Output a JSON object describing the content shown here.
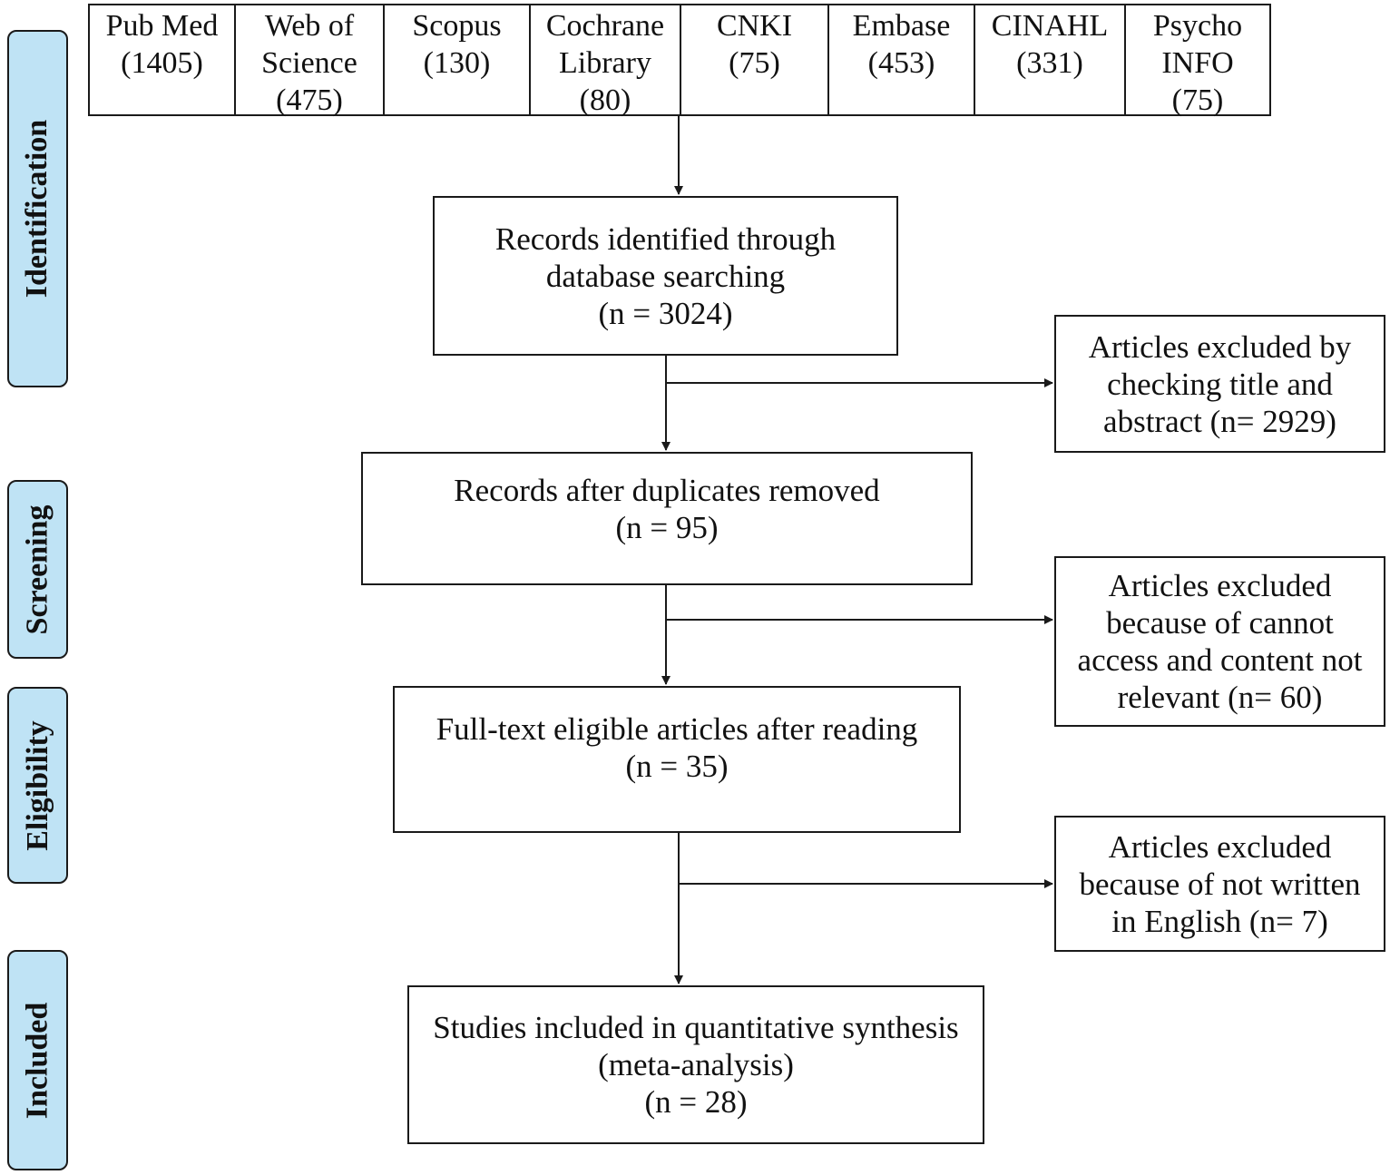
{
  "databases": [
    {
      "lines": [
        "Pub Med",
        "(1405)"
      ]
    },
    {
      "lines": [
        "Web of",
        "Science",
        "(475)"
      ]
    },
    {
      "lines": [
        "Scopus",
        "(130)"
      ]
    },
    {
      "lines": [
        "Cochrane",
        "Library",
        "(80)"
      ]
    },
    {
      "lines": [
        "CNKI",
        "(75)"
      ]
    },
    {
      "lines": [
        "Embase",
        "(453)"
      ]
    },
    {
      "lines": [
        "CINAHL",
        "(331)"
      ]
    },
    {
      "lines": [
        "Psycho",
        "INFO",
        "(75)"
      ]
    }
  ],
  "stages": {
    "identification": "Identification",
    "screening": "Screening",
    "eligibility": "Eligibility",
    "included": "Included"
  },
  "flow": {
    "identified": {
      "lines": [
        "Records identified through",
        "database searching",
        "(n = 3024)"
      ]
    },
    "deduplicated": {
      "lines": [
        "Records after duplicates removed",
        "(n = 95)"
      ]
    },
    "eligible": {
      "lines": [
        "Full-text eligible articles after reading",
        "(n = 35)"
      ]
    },
    "included": {
      "lines": [
        "Studies included in quantitative synthesis",
        "(meta-analysis)",
        "(n = 28)"
      ]
    }
  },
  "exclusions": {
    "title_abstract": {
      "lines": [
        "Articles excluded by",
        "checking title and",
        "abstract (n= 2929)"
      ]
    },
    "no_access": {
      "lines": [
        "Articles excluded",
        "because of cannot",
        "access and content not",
        "relevant (n= 60)"
      ]
    },
    "not_english": {
      "lines": [
        "Articles excluded",
        "because of not written",
        "in English (n= 7)"
      ]
    }
  }
}
